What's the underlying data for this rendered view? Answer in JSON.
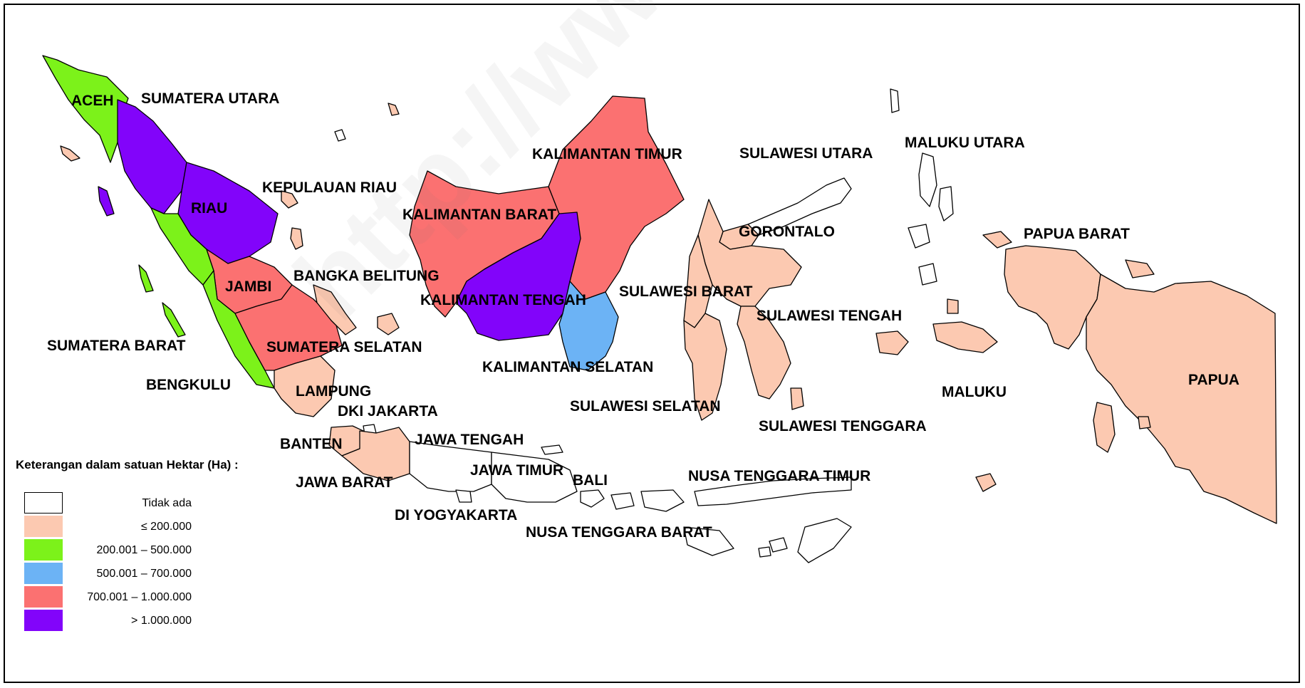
{
  "watermark": "http://www.bps.go.id",
  "colors": {
    "tidak_ada": "#ffffff",
    "le_200": "#fcc9b1",
    "r200_500": "#7cf21a",
    "r500_700": "#6cb3f5",
    "r700_1000": "#fb7171",
    "gt_1000": "#8204fa",
    "border": "#000000"
  },
  "legend": {
    "title": "Keterangan dalam satuan Hektar (Ha) :",
    "items": [
      {
        "label": "Tidak ada",
        "color": "#ffffff"
      },
      {
        "label": "≤ 200.000",
        "color": "#fcc9b1"
      },
      {
        "label": "200.001 – 500.000",
        "color": "#7cf21a"
      },
      {
        "label": "500.001 – 700.000",
        "color": "#6cb3f5"
      },
      {
        "label": "700.001 – 1.000.000",
        "color": "#fb7171"
      },
      {
        "label": "> 1.000.000",
        "color": "#8204fa"
      }
    ]
  },
  "provinces": {
    "aceh": {
      "name": "ACEH",
      "class": "200.001 – 500.000"
    },
    "sumatera_utara": {
      "name": "SUMATERA UTARA",
      "class": "> 1.000.000"
    },
    "riau": {
      "name": "RIAU",
      "class": "> 1.000.000"
    },
    "kepulauan_riau": {
      "name": "KEPULAUAN RIAU",
      "class": "≤ 200.000"
    },
    "sumatera_barat": {
      "name": "SUMATERA BARAT",
      "class": "200.001 – 500.000"
    },
    "jambi": {
      "name": "JAMBI",
      "class": "700.001 – 1.000.000"
    },
    "bangka_belitung": {
      "name": "BANGKA BELITUNG",
      "class": "≤ 200.000"
    },
    "sumatera_selatan": {
      "name": "SUMATERA SELATAN",
      "class": "700.001 – 1.000.000"
    },
    "bengkulu": {
      "name": "BENGKULU",
      "class": "200.001 – 500.000"
    },
    "lampung": {
      "name": "LAMPUNG",
      "class": "≤ 200.000"
    },
    "dki_jakarta": {
      "name": "DKI JAKARTA",
      "class": "Tidak ada"
    },
    "banten": {
      "name": "BANTEN",
      "class": "≤ 200.000"
    },
    "jawa_barat": {
      "name": "JAWA BARAT",
      "class": "≤ 200.000"
    },
    "jawa_tengah": {
      "name": "JAWA TENGAH",
      "class": "Tidak ada"
    },
    "jawa_timur": {
      "name": "JAWA TIMUR",
      "class": "Tidak ada"
    },
    "di_yogyakarta": {
      "name": "DI YOGYAKARTA",
      "class": "Tidak ada"
    },
    "bali": {
      "name": "BALI",
      "class": "Tidak ada"
    },
    "nusa_tenggara_barat": {
      "name": "NUSA TENGGARA BARAT",
      "class": "Tidak ada"
    },
    "nusa_tenggara_timur": {
      "name": "NUSA TENGGARA TIMUR",
      "class": "Tidak ada"
    },
    "kalimantan_barat": {
      "name": "KALIMANTAN BARAT",
      "class": "700.001 – 1.000.000"
    },
    "kalimantan_tengah": {
      "name": "KALIMANTAN TENGAH",
      "class": "> 1.000.000"
    },
    "kalimantan_selatan": {
      "name": "KALIMANTAN SELATAN",
      "class": "500.001 – 700.000"
    },
    "kalimantan_timur": {
      "name": "KALIMANTAN TIMUR",
      "class": "700.001 – 1.000.000"
    },
    "sulawesi_utara": {
      "name": "SULAWESI UTARA",
      "class": "Tidak ada"
    },
    "gorontalo": {
      "name": "GORONTALO",
      "class": "≤ 200.000"
    },
    "sulawesi_barat": {
      "name": "SULAWESI BARAT",
      "class": "≤ 200.000"
    },
    "sulawesi_tengah": {
      "name": "SULAWESI TENGAH",
      "class": "≤ 200.000"
    },
    "sulawesi_selatan": {
      "name": "SULAWESI SELATAN",
      "class": "≤ 200.000"
    },
    "sulawesi_tenggara": {
      "name": "SULAWESI TENGGARA",
      "class": "≤ 200.000"
    },
    "maluku_utara": {
      "name": "MALUKU UTARA",
      "class": "Tidak ada"
    },
    "maluku": {
      "name": "MALUKU",
      "class": "≤ 200.000"
    },
    "papua_barat": {
      "name": "PAPUA BARAT",
      "class": "≤ 200.000"
    },
    "papua": {
      "name": "PAPUA",
      "class": "≤ 200.000"
    }
  }
}
